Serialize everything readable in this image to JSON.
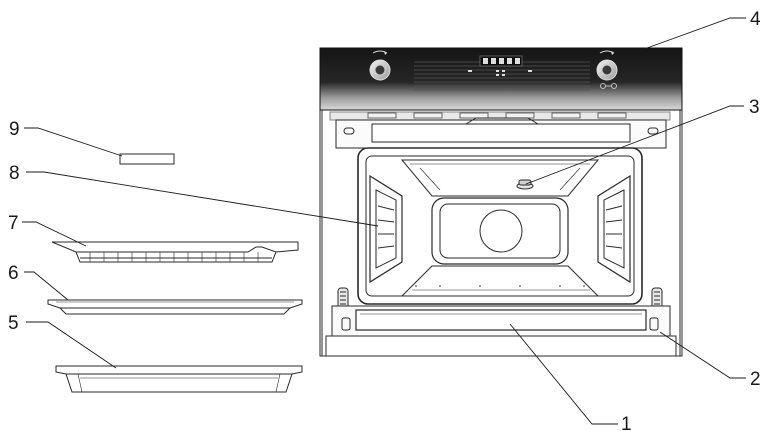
{
  "callouts": [
    {
      "id": "1",
      "label": "1"
    },
    {
      "id": "2",
      "label": "2"
    },
    {
      "id": "3",
      "label": "3"
    },
    {
      "id": "4",
      "label": "4"
    },
    {
      "id": "5",
      "label": "5"
    },
    {
      "id": "6",
      "label": "6"
    },
    {
      "id": "7",
      "label": "7"
    },
    {
      "id": "8",
      "label": "8"
    },
    {
      "id": "9",
      "label": "9"
    }
  ],
  "colors": {
    "line": "#1a1a1a",
    "panel_dark": "#1f1f1f",
    "panel_gradient_light": "#bdbdbd",
    "outline": "#2a2a2a"
  }
}
